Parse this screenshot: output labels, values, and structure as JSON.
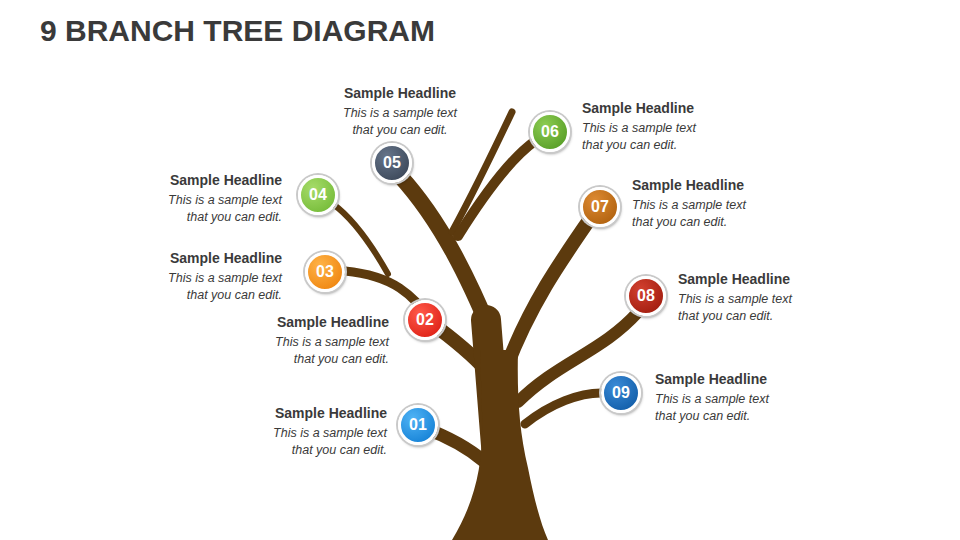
{
  "diagram": {
    "title": "9 BRANCH TREE DIAGRAM",
    "nodes": [
      {
        "text": [
          "01",
          "Sample Headline",
          "This is a sample text that you can edit."
        ]
      },
      {
        "text": [
          "02",
          "Sample Headline",
          "This is a sample text that you can edit."
        ]
      },
      {
        "text": [
          "03",
          "Sample Headline",
          "This is a sample text that you can edit."
        ]
      },
      {
        "text": [
          "04",
          "Sample Headline",
          "This is a sample text that you can edit."
        ]
      },
      {
        "text": [
          "05",
          "Sample Headline",
          "This is a sample text that you can edit."
        ]
      },
      {
        "text": [
          "06",
          "Sample Headline",
          "This is a sample text that you can edit."
        ]
      },
      {
        "text": [
          "07",
          "Sample Headline",
          "This is a sample text that you can edit."
        ]
      },
      {
        "text": [
          "08",
          "Sample Headline",
          "This is a sample text that you can edit."
        ]
      },
      {
        "text": [
          "09",
          "Sample Headline",
          "This is a sample text that you can edit."
        ]
      }
    ]
  }
}
